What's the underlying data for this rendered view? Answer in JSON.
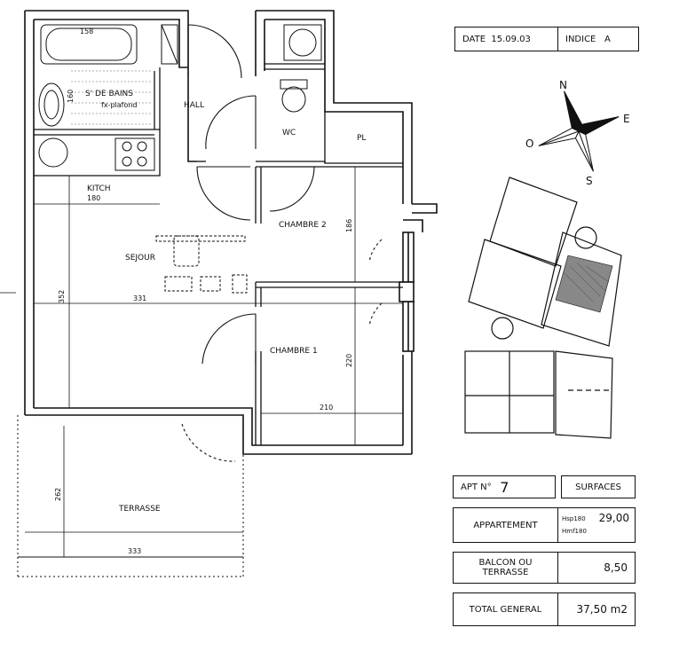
{
  "header": {
    "date_label": "DATE",
    "date_value": "15.09.03",
    "indice_label": "INDICE",
    "indice_value": "A"
  },
  "compass": {
    "north": "N",
    "east": "E",
    "south": "S",
    "west": "O"
  },
  "rooms": {
    "bathroom": "S' DE BAINS",
    "bathroom_note": "fx-plafond",
    "hall": "HALL",
    "wc": "WC",
    "pl": "PL",
    "kitchen": "KITCH",
    "living": "SEJOUR",
    "bedroom2": "CHAMBRE 2",
    "bedroom1": "CHAMBRE 1",
    "terrace": "TERRASSE"
  },
  "dimensions": {
    "bath_width": "158",
    "bath_height": "160",
    "kitchen_width": "180",
    "living_height": "352",
    "living_width": "331",
    "bedroom2_height": "186",
    "bedroom1_height": "220",
    "bedroom1_width": "210",
    "terrace_height": "262",
    "terrace_width": "333"
  },
  "summary": {
    "apt_label": "APT N°",
    "apt_number": "7",
    "surfaces_label": "SURFACES",
    "appartement_label": "APPARTEMENT",
    "hsp_note": "Hsp180",
    "hmf_note": "Hmf180",
    "appartement_value": "29,00",
    "balcon_label_1": "BALCON OU",
    "balcon_label_2": "TERRASSE",
    "balcon_value": "8,50",
    "total_label": "TOTAL GENERAL",
    "total_value": "37,50 m2"
  }
}
